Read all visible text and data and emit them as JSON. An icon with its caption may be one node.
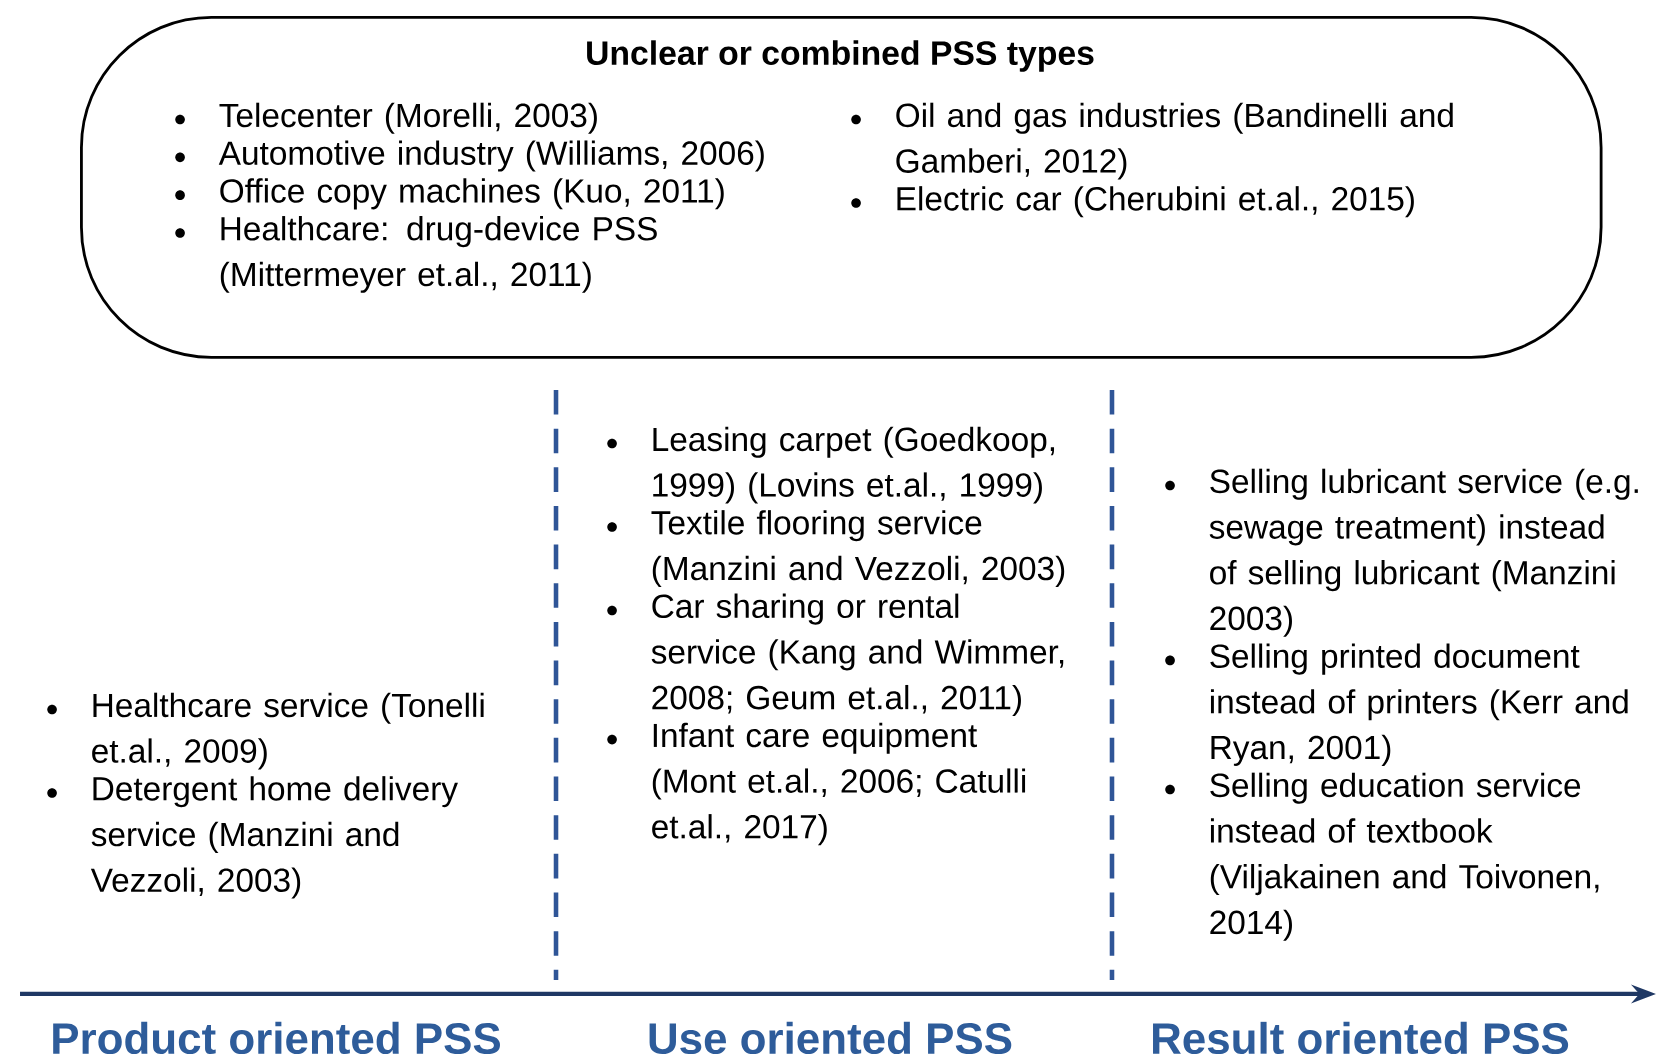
{
  "diagram": {
    "nodes": [
      {
        "text": [
          "Unclear or combined PSS types",
          "Telecenter (Morelli, 2003)",
          "Automotive industry (Williams, 2006)",
          "Office copy machines (Kuo, 2011)",
          "Healthcare: drug-device PSS (Mittermeyer et.al., 2011)",
          "Oil and gas industries (Bandinelli and Gamberi, 2012)",
          "Electric car (Cherubini et.al., 2015)"
        ]
      }
    ],
    "edges": [],
    "labels": [
      "Healthcare service (Tonelli et.al., 2009)",
      "Detergent home delivery service (Manzini and Vezzoli, 2003)",
      "Leasing carpet (Goedkoop, 1999) (Lovins et.al., 1999)",
      "Textile flooring service (Manzini and Vezzoli, 2003)",
      "Car sharing or rental service (Kang and Wimmer, 2008; Geum et.al., 2011)",
      "Infant care equipment (Mont et.al., 2006; Catulli et.al., 2017)",
      "Selling lubricant service (e.g. sewage treatment) instead of selling lubricant (Manzini 2003)",
      "Selling printed document instead of printers (Kerr and Ryan, 2001)",
      "Selling education service instead of textbook (Viljakainen and Toivonen, 2014)",
      "Product oriented PSS",
      "Use oriented PSS",
      "Result oriented PSS"
    ]
  }
}
